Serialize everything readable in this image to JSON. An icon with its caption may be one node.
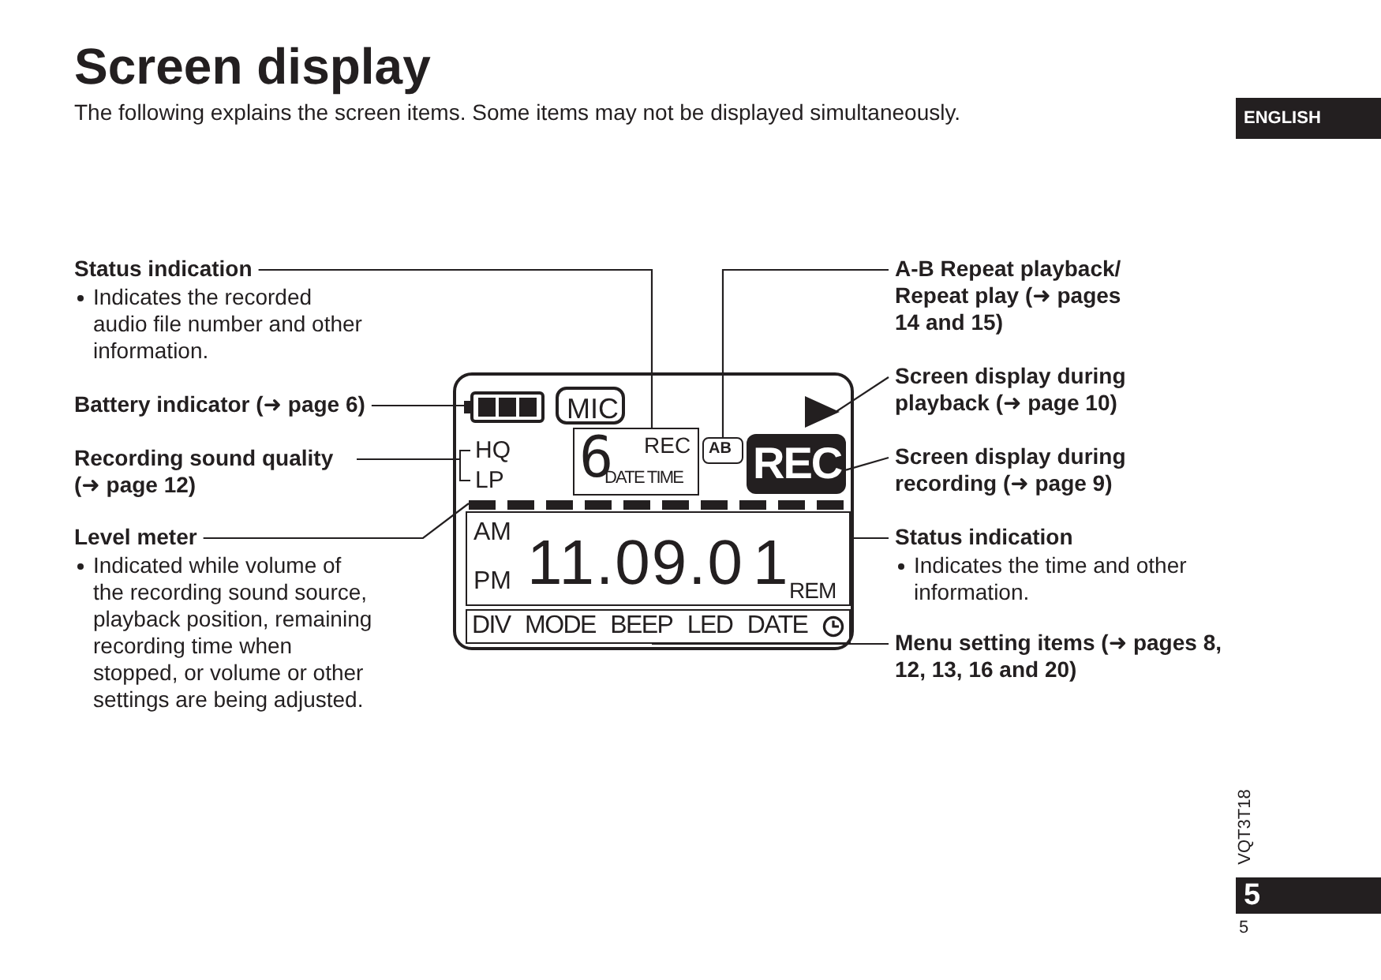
{
  "diagram": {
    "title": "Screen display",
    "nodes": [
      {
        "text": [
          "Status indication",
          "Indicates the recorded audio file number and other information."
        ]
      },
      {
        "text": [
          "Battery indicator (➜ page 6)"
        ]
      },
      {
        "text": [
          "Recording sound quality (➜ page 12)"
        ]
      },
      {
        "text": [
          "Level meter",
          "Indicated while volume of the recording sound source, playback position, remaining recording time when stopped, or volume or other settings are being adjusted."
        ]
      },
      {
        "text": [
          "A-B Repeat playback/ Repeat play (➜ pages 14 and 15)"
        ]
      },
      {
        "text": [
          "Screen display during playback (➜ page 10)"
        ]
      },
      {
        "text": [
          "Screen display during recording (➜ page 9)"
        ]
      },
      {
        "text": [
          "Status indication",
          "Indicates the time and other information."
        ]
      },
      {
        "text": [
          "Menu setting items (➜ pages 8, 12, 13, 16 and 20)"
        ]
      },
      {
        "text": [],
        "shape": "box"
      },
      {
        "text": [],
        "shape": "battery",
        "in": 9
      },
      {
        "text": [
          "MIC"
        ],
        "in": 9
      },
      {
        "text": [
          "HQ",
          "LP"
        ],
        "in": 9
      },
      {
        "text": [
          "6",
          "REC",
          "DATE TIME"
        ],
        "in": 9
      },
      {
        "text": [
          "AB"
        ],
        "in": 9
      },
      {
        "text": [],
        "shape": "triangle",
        "in": 9
      },
      {
        "text": [
          "REC"
        ],
        "in": 9
      },
      {
        "text": [],
        "shape": "bar",
        "in": 9
      },
      {
        "text": [
          "AM",
          "PM",
          "11.09.0",
          "1",
          "REM"
        ],
        "in": 9
      },
      {
        "text": [
          "DIV",
          "MODE",
          "BEEP",
          "LED",
          "DATE"
        ],
        "in": 9
      }
    ],
    "edges": [
      {
        "from": 0,
        "to": 13,
        "arrow": "none"
      },
      {
        "from": 1,
        "to": 10,
        "arrow": "none"
      },
      {
        "from": 2,
        "to": 12,
        "arrow": "none"
      },
      {
        "from": 3,
        "to": 17,
        "arrow": "none"
      },
      {
        "from": 4,
        "to": 14,
        "arrow": "none"
      },
      {
        "from": 5,
        "to": 15,
        "arrow": "none"
      },
      {
        "from": 6,
        "to": 16,
        "arrow": "none"
      },
      {
        "from": 7,
        "to": 18,
        "arrow": "none"
      },
      {
        "from": 8,
        "to": 19,
        "arrow": "none"
      }
    ],
    "labels": [
      "The following explains the screen items. Some items may not be displayed simultaneously.",
      "ENGLISH",
      "VQT3T18",
      "5",
      "5"
    ]
  }
}
